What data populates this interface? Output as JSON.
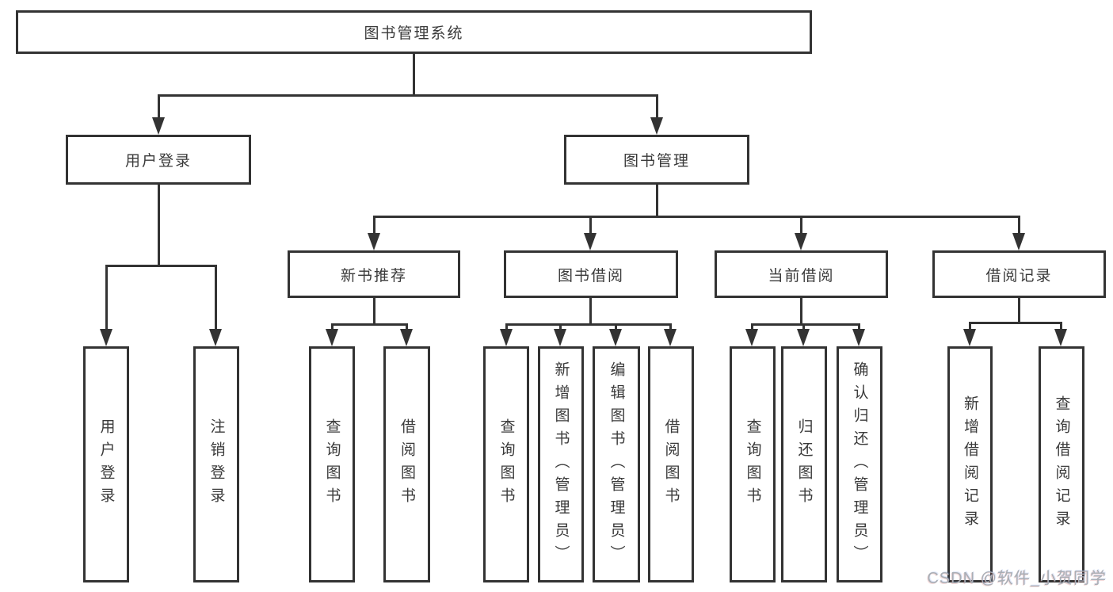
{
  "nodes": {
    "root": "图书管理系统",
    "user_login": "用户登录",
    "book_management": "图书管理",
    "new_book_recommend": "新书推荐",
    "book_borrowing": "图书借阅",
    "current_borrowing": "当前借阅",
    "borrowing_records": "借阅记录",
    "leaf_user_login": "用户登录",
    "leaf_logout": "注销登录",
    "leaf_nb_query_books": "查询图书",
    "leaf_nb_borrow_books": "借阅图书",
    "leaf_bb_query_books": "查询图书",
    "leaf_bb_add_books": "新增图书（管理员）",
    "leaf_bb_edit_books": "编辑图书（管理员）",
    "leaf_bb_borrow_books": "借阅图书",
    "leaf_cb_query_books": "查询图书",
    "leaf_cb_return_books": "归还图书",
    "leaf_cb_confirm_return": "确认归还（管理员）",
    "leaf_br_add_record": "新增借阅记录",
    "leaf_br_query_record": "查询借阅记录"
  },
  "watermark": "CSDN @软件_小贺同学",
  "colors": {
    "line": "#333333",
    "text": "#3a3a3a",
    "watermark": "#a9aeb4",
    "background": "#ffffff"
  }
}
